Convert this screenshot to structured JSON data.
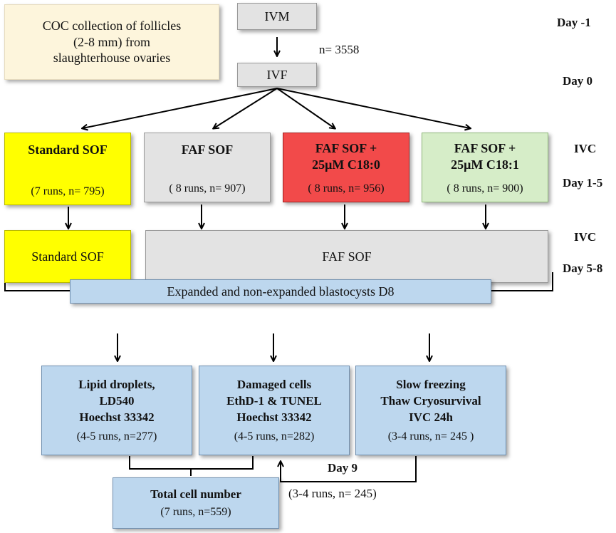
{
  "boxes": {
    "coc": [
      "COC collection of follicles",
      "(2-8 mm) from",
      "slaughterhouse ovaries"
    ],
    "ivm": "IVM",
    "n_total": "n= 3558",
    "ivf": "IVF",
    "standard_sof": {
      "title": "Standard SOF",
      "count": "(7 runs, n= 795)"
    },
    "faf_sof": {
      "title": "FAF SOF",
      "count": "( 8 runs, n= 907)"
    },
    "faf_c180": {
      "title1": "FAF SOF +",
      "title2": "25μM C18:0",
      "count": "( 8 runs, n= 956)"
    },
    "faf_c181": {
      "title1": "FAF SOF +",
      "title2": "25μM C18:1",
      "count": "( 8 runs, n= 900)"
    },
    "standard_sof_2": "Standard SOF",
    "faf_sof_2": "FAF SOF",
    "blastocysts": "Expanded and non-expanded blastocysts D8",
    "lipid": {
      "l1": "Lipid droplets,",
      "l2": "LD540",
      "l3": "Hoechst 33342",
      "count": "(4-5 runs, n=277)"
    },
    "damaged": {
      "l1": "Damaged cells",
      "l2": "EthD-1 & TUNEL",
      "l3": "Hoechst 33342",
      "count": "(4-5 runs, n=282)"
    },
    "freezing": {
      "l1": "Slow freezing",
      "l2": "Thaw Cryosurvival",
      "l3": "IVC 24h",
      "count": "(3-4 runs, n= 245 )"
    },
    "total": {
      "title": "Total cell number",
      "count": "(7 runs, n=559)"
    },
    "day9": "Day 9",
    "day9_count": "(3-4 runs, n= 245)"
  },
  "side_labels": {
    "day_m1": "Day -1",
    "day_0": "Day 0",
    "ivc_1": "IVC",
    "day_1_5": "Day 1-5",
    "ivc_2": "IVC",
    "day_5_8": "Day 5-8"
  },
  "colors": {
    "cream": "#fdf5dc",
    "grey": "#e3e3e3",
    "yellow": "#ffff00",
    "red": "#f24a4a",
    "green": "#d6edc8",
    "blue": "#bdd7ee"
  }
}
